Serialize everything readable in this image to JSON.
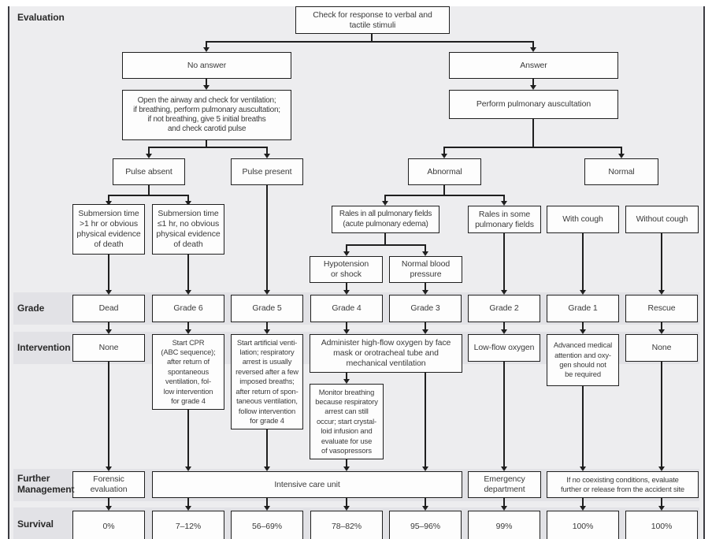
{
  "figure": {
    "row_labels": {
      "evaluation": "Evaluation",
      "grade": "Grade",
      "intervention": "Intervention",
      "further_management": "Further\nManagement",
      "survival": "Survival"
    },
    "nodes": {
      "check_response": "Check for response to verbal and\ntactile stimuli",
      "no_answer": "No answer",
      "answer": "Answer",
      "open_airway": "Open the airway and check for ventilation;\nif breathing, perform pulmonary auscultation;\nif not breathing, give 5 initial breaths\nand check carotid pulse",
      "perform_auscultation": "Perform pulmonary auscultation",
      "pulse_absent": "Pulse absent",
      "pulse_present": "Pulse present",
      "abnormal": "Abnormal",
      "normal": "Normal",
      "submersion_long": "Submersion time\n>1 hr or obvious\nphysical evidence\nof death",
      "submersion_short": "Submersion time\n≤1 hr, no obvious\nphysical evidence\nof death",
      "rales_all": "Rales in all pulmonary fields\n(acute pulmonary edema)",
      "rales_some": "Rales in some\npulmonary fields",
      "with_cough": "With cough",
      "without_cough": "Without cough",
      "hypotension": "Hypotension\nor shock",
      "normal_bp": "Normal blood\npressure",
      "intervention_none_dead": "None",
      "start_cpr": "Start CPR\n(ABC sequence);\nafter return of\nspontaneous\nventilation, fol-\nlow intervention\nfor grade 4",
      "artificial_vent": "Start artificial venti-\nlation; respiratory\narrest is usually\nreversed after a few\nimposed breaths;\nafter return of spon-\ntaneous ventilation,\nfollow intervention\nfor grade 4",
      "high_flow": "Administer high-flow oxygen by face\nmask or orotracheal tube and\nmechanical ventilation",
      "monitor_breathing": "Monitor breathing\nbecause respiratory\narrest can still\noccur; start crystal-\nloid infusion and\nevaluate for use\nof vasopressors",
      "low_flow": "Low-flow oxygen",
      "advanced_medical": "Advanced medical\nattention and oxy-\ngen should not\nbe required",
      "intervention_none_rescue": "None",
      "forensic": "Forensic\nevaluation",
      "icu": "Intensive care unit",
      "emergency_dept": "Emergency\ndepartment",
      "no_coexisting": "If no coexisting conditions, evaluate\nfurther or release from the accident site"
    },
    "grades": [
      "Dead",
      "Grade 6",
      "Grade 5",
      "Grade 4",
      "Grade 3",
      "Grade 2",
      "Grade 1",
      "Rescue"
    ],
    "survival": [
      "0%",
      "7–12%",
      "56–69%",
      "78–82%",
      "95–96%",
      "99%",
      "100%",
      "100%"
    ]
  },
  "colors": {
    "background": "#ededef",
    "band": "#e2e2e6",
    "box_fill": "#fdfdfd",
    "box_border": "#1f1f1f",
    "line": "#1f1f1f",
    "text": "#3a3a3a",
    "label_text": "#2a2a2a"
  }
}
